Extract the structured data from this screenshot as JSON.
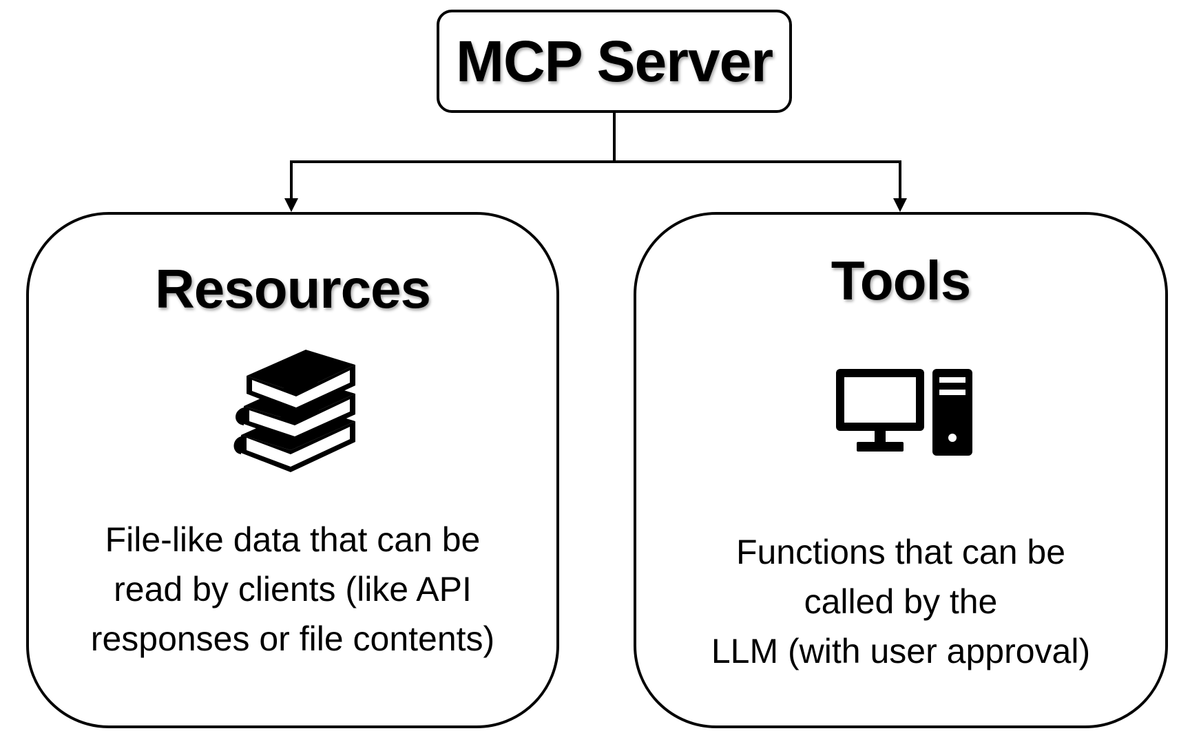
{
  "server": {
    "title": "MCP Server"
  },
  "resources": {
    "title": "Resources",
    "icon": "books-icon",
    "description_lines": [
      "File-like data that can be",
      "read by clients (like API",
      "responses or file contents)"
    ]
  },
  "tools": {
    "title": "Tools",
    "icon": "computer-icon",
    "description_lines": [
      "Functions that can be",
      "called by the",
      "LLM (with user approval)"
    ]
  },
  "colors": {
    "stroke": "#000000",
    "background": "#ffffff"
  }
}
